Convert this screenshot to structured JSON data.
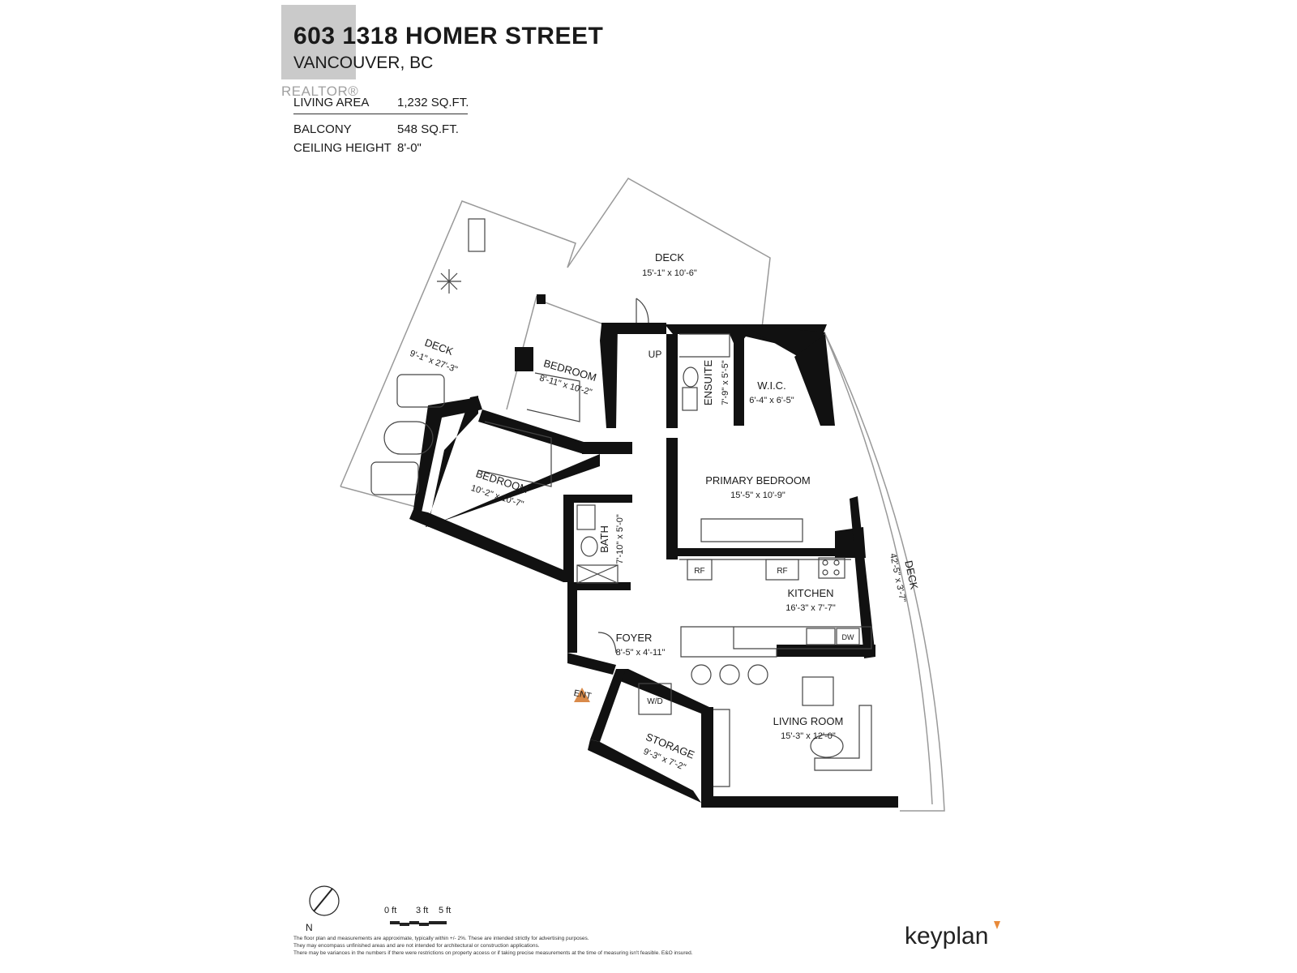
{
  "header": {
    "address": "603 1318 HOMER STREET",
    "city": "VANCOUVER, BC",
    "watermark": "REALTOR®"
  },
  "specs": [
    {
      "label": "LIVING AREA",
      "value": "1,232 SQ.FT."
    },
    {
      "label": "BALCONY",
      "value": "548 SQ.FT."
    },
    {
      "label": "CEILING HEIGHT",
      "value": "8'-0\""
    }
  ],
  "rooms": {
    "deck_top": {
      "name": "DECK",
      "dims": "15'-1\"  x  10'-6\""
    },
    "deck_left": {
      "name": "DECK",
      "dims": "9'-1\"  x  27'-3\""
    },
    "deck_right": {
      "name": "DECK",
      "dims": "42'-5\"  x  3'-7\""
    },
    "bedroom_1": {
      "name": "BEDROOM",
      "dims": "8'-11\"  x  10'-2\""
    },
    "bedroom_2": {
      "name": "BEDROOM",
      "dims": "10'-2\"  x  10'-7\""
    },
    "ensuite": {
      "name": "ENSUITE",
      "dims": "7'-9\"  x  5'-5\""
    },
    "wic": {
      "name": "W.I.C.",
      "dims": "6'-4\" x 6'-5\""
    },
    "primary_bedroom": {
      "name": "PRIMARY BEDROOM",
      "dims": "15'-5\"  x  10'-9\""
    },
    "bath": {
      "name": "BATH",
      "dims": "7'-10\" x 5'-0\""
    },
    "kitchen": {
      "name": "KITCHEN",
      "dims": "16'-3\"  x  7'-7\""
    },
    "foyer": {
      "name": "FOYER",
      "dims": "8'-5\"  x  4'-11\""
    },
    "living_room": {
      "name": "LIVING ROOM",
      "dims": "15'-3\"  x  12'-0\""
    },
    "storage": {
      "name": "STORAGE",
      "dims": "9'-3\"  x  7'-2\""
    }
  },
  "fixtures": {
    "up": "UP",
    "rf1": "RF",
    "rf2": "RF",
    "dw": "DW",
    "wd": "W/D",
    "entry": "ENT"
  },
  "scale": {
    "north": "N",
    "ticks": [
      "0 ft",
      "3 ft",
      "5 ft"
    ]
  },
  "disclaimer": [
    "The floor plan and measurements are approximate, typically within +/- 2%. These are intended strictly for advertising purposes.",
    "They may encompass unfinished areas and are not intended for architectural or construction applications.",
    "There may be variances in the numbers if there were restrictions on property access or if taking precise measurements at the time of measuring isn't feasible. E&O insured."
  ],
  "brand": "keyplan",
  "colors": {
    "wall": "#111111",
    "entry_marker": "#d98a4a",
    "brand_mark": "#e88a3a"
  }
}
